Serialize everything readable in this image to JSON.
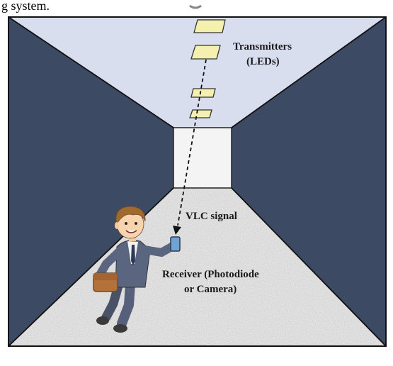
{
  "caption_fragment": "g system.",
  "labels": {
    "transmitters_line1": "Transmitters",
    "transmitters_line2": "(LEDs)",
    "signal": "VLC signal",
    "receiver_line1": "Receiver (Photodiode",
    "receiver_line2": "or Camera)"
  },
  "colors": {
    "wall": "#3d4a64",
    "ceiling": "#d9deef",
    "floor": "#ececec",
    "end_wall": "#f4f4f4",
    "led": "#f6f0b0",
    "frame": "#111111"
  }
}
